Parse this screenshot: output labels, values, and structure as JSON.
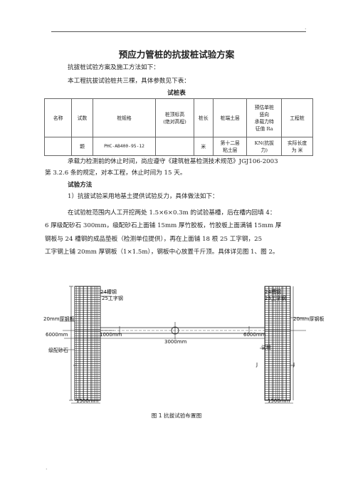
{
  "header_dot": ".",
  "footer_dot": ".",
  "title": "预应力管桩的抗拔桩试验方案",
  "intro1": "抗拔桩试验方案及施工方法如下：",
  "intro2": "本工程抗拔试验桩共三棵，具体参数见下表：",
  "table": {
    "title": "试桩表",
    "headers": [
      "名称",
      "试数",
      "桩规格",
      "桩顶标高",
      "(绝对高程)",
      "桩长",
      "桩端土层",
      "预估单桩",
      "竖向",
      "承载力特",
      "征值 Ra",
      "工程桩"
    ],
    "row": [
      "颗",
      "PHC-AB400-95-12",
      "米",
      "第十二层",
      "粘土层",
      "KN(抗拔",
      "力)",
      "实际长度",
      "为  米"
    ]
  },
  "para1_line1": "承载力检测前的休止时间，尚应遵守《建筑桩基检测技术规范》JGJ106-2003",
  "para1_line2": "第 3.2.6 条的规定，对本工程，休止时间为 15 天。",
  "section_title": "试验方法",
  "step1": "1）抗拔试验采用地基土提供试验反力，具体做法如下：",
  "para2_line1": "在试验桩范围内人工开挖两处 1.5×6×0.3m 的试验基槽，后在槽内回填 4：",
  "para2_line2": "6 厚级配砂石 300mm，级配砂石上面铺 15mm 厚竹胶板，竹胶板上面满铺 15mm 厚",
  "para2_line3": "钢板与 24 槽钢的成品垫板（检测单位提供），再在上面铺 18 根 25 工字钢，25",
  "para2_line4": "工字钢上铺 20mm 厚钢板（1×1.5m），钢板中心放置千斤顶。具体详见图 1、图 2。",
  "figure": {
    "caption": "图 1    抗拔试验布置图",
    "labels": {
      "l24": "24槽钢",
      "l25": "25工字钢",
      "l20mm": "20mm厚钢板",
      "l6000": "6000mm",
      "l1000": "1000mm",
      "lgrade": "级配砂石",
      "l3000": "3000mm",
      "lpile": "试桩",
      "l1500": "1500mm",
      "rj": "J",
      "rlabel": "试桩"
    }
  }
}
